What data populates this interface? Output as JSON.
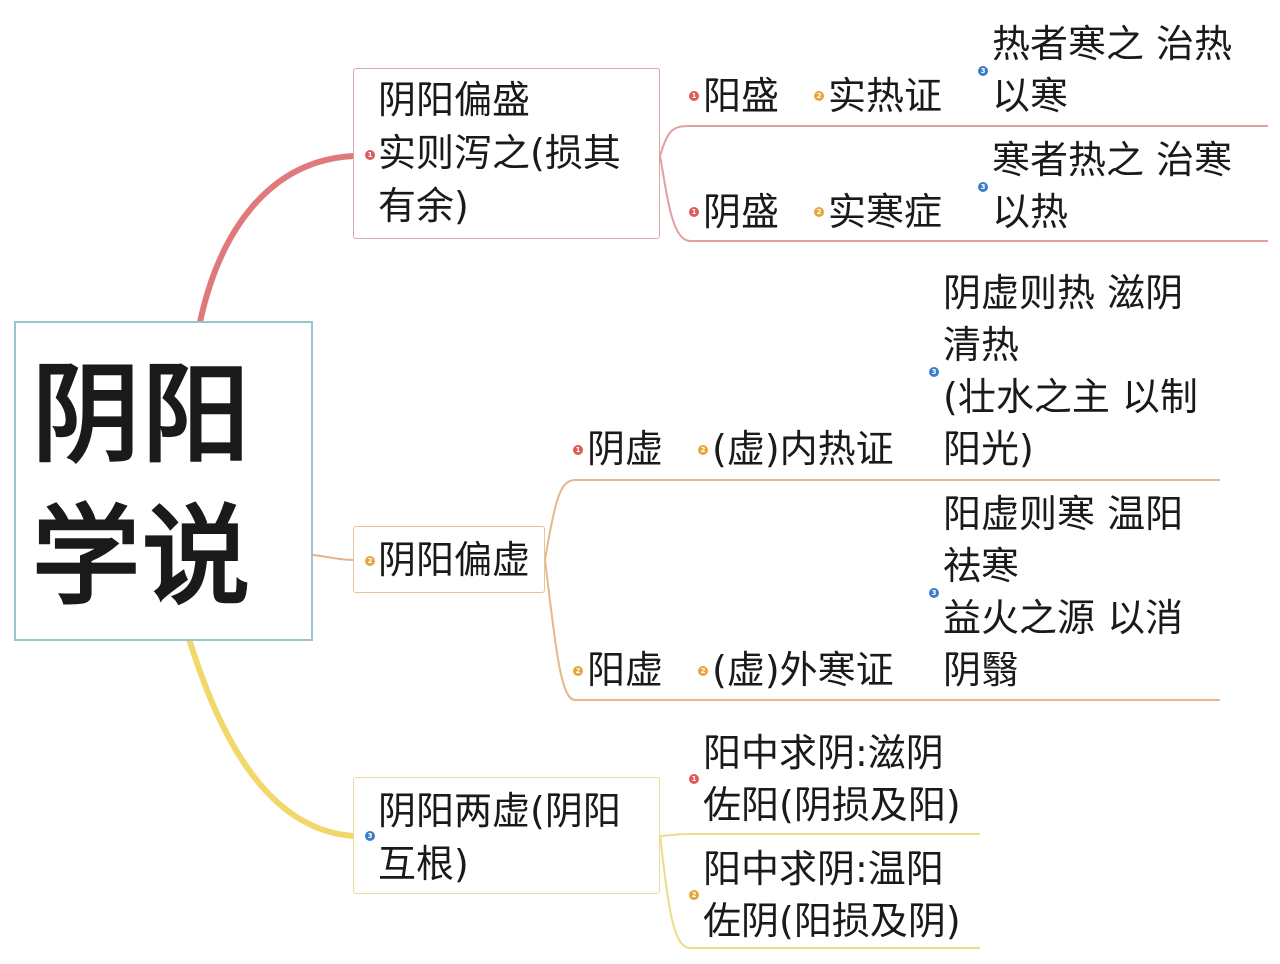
{
  "root": {
    "line1": "阴阳",
    "line2": "学说"
  },
  "colors": {
    "red": "#e07a7a",
    "orange": "#e0a86a",
    "yellow": "#eed37a",
    "root_border": "#9dc3cc"
  },
  "branches": [
    {
      "badge": "1",
      "lines": [
        "阴阳偏盛",
        "实则泻之(损其",
        "有余)"
      ],
      "children": [
        {
          "badge": "1",
          "label": "阳盛",
          "sub_badge": "2",
          "sub_label": "实热证",
          "leaf_badge": "3",
          "leaf_lines": [
            "热者寒之 治热",
            "以寒"
          ]
        },
        {
          "badge": "1",
          "label": "阴盛",
          "sub_badge": "2",
          "sub_label": "实寒症",
          "leaf_badge": "3",
          "leaf_lines": [
            "寒者热之 治寒",
            "以热"
          ]
        }
      ]
    },
    {
      "badge": "2",
      "lines": [
        "阴阳偏虚"
      ],
      "children": [
        {
          "badge": "1",
          "label": "阴虚",
          "sub_badge": "2",
          "sub_label": "(虚)内热证",
          "leaf_badge": "3",
          "leaf_lines": [
            "阴虚则热 滋阴",
            "清热",
            "(壮水之主 以制",
            "阳光)"
          ]
        },
        {
          "badge": "2",
          "label": "阳虚",
          "sub_badge": "2",
          "sub_label": "(虚)外寒证",
          "leaf_badge": "3",
          "leaf_lines": [
            "阳虚则寒 温阳",
            "祛寒",
            "益火之源 以消",
            "阴翳"
          ]
        }
      ]
    },
    {
      "badge": "3",
      "lines": [
        "阴阳两虚(阴阳",
        "互根)"
      ],
      "children": [
        {
          "badge": "1",
          "lines": [
            "阳中求阴:滋阴",
            "佐阳(阴损及阳)"
          ]
        },
        {
          "badge": "2",
          "lines": [
            "阳中求阴:温阳",
            "佐阴(阳损及阴)"
          ]
        }
      ]
    }
  ]
}
